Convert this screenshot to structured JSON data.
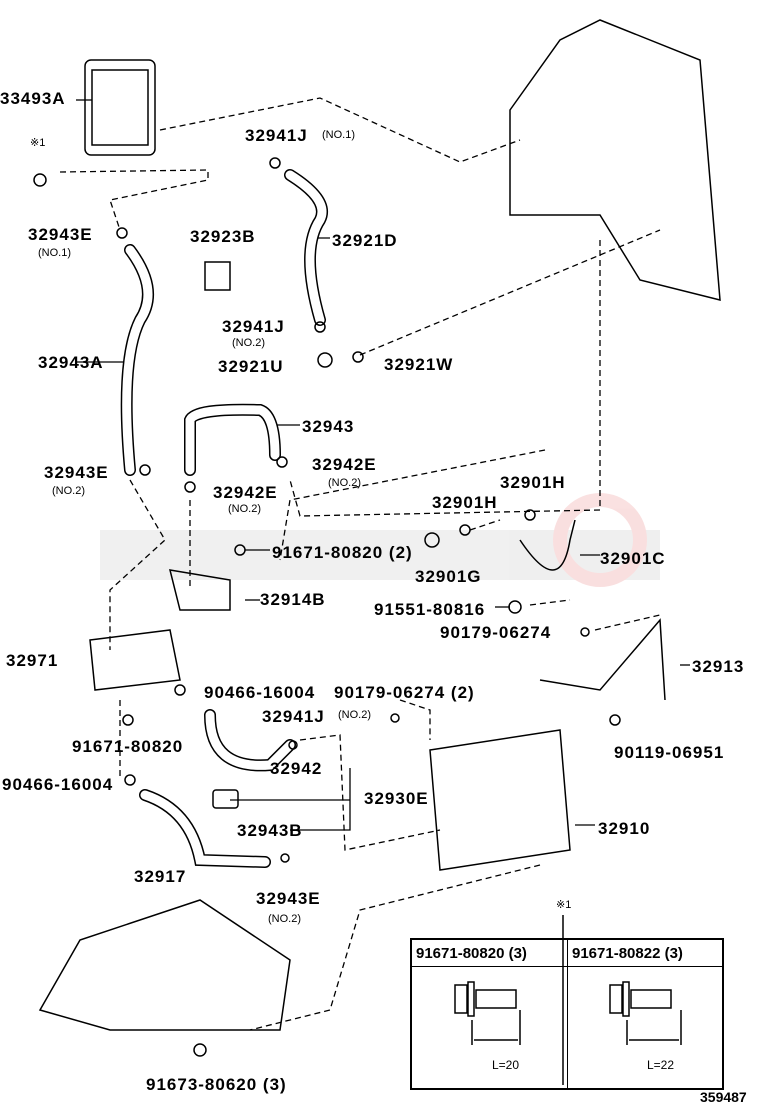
{
  "labels": [
    "33493A",
    "※1",
    "32941J",
    "(NO.1)",
    "32943E",
    "(NO.1)",
    "32923B",
    "32921D",
    "32941J",
    "(NO.2)",
    "32921U",
    "32921W",
    "32943A",
    "32943",
    "32943E",
    "(NO.2)",
    "32942E",
    "(NO.2)",
    "32942E",
    "(NO.2)",
    "32901H",
    "32901H",
    "91671-80820 (2)",
    "32901C",
    "32901G",
    "32914B",
    "91551-80816",
    "90179-06274",
    "32971",
    "32913",
    "90466-16004",
    "90179-06274 (2)",
    "32941J",
    "(NO.2)",
    "91671-80820",
    "90119-06951",
    "90466-16004",
    "32942",
    "32930E",
    "32910",
    "32943B",
    "32917",
    "32943E",
    "(NO.2)",
    "※1",
    "91673-80620 (3)",
    "359487"
  ],
  "table": {
    "col1": "91671-80820 (3)",
    "col2": "91671-80822 (3)",
    "len1": "L=20",
    "len2": "L=22"
  }
}
